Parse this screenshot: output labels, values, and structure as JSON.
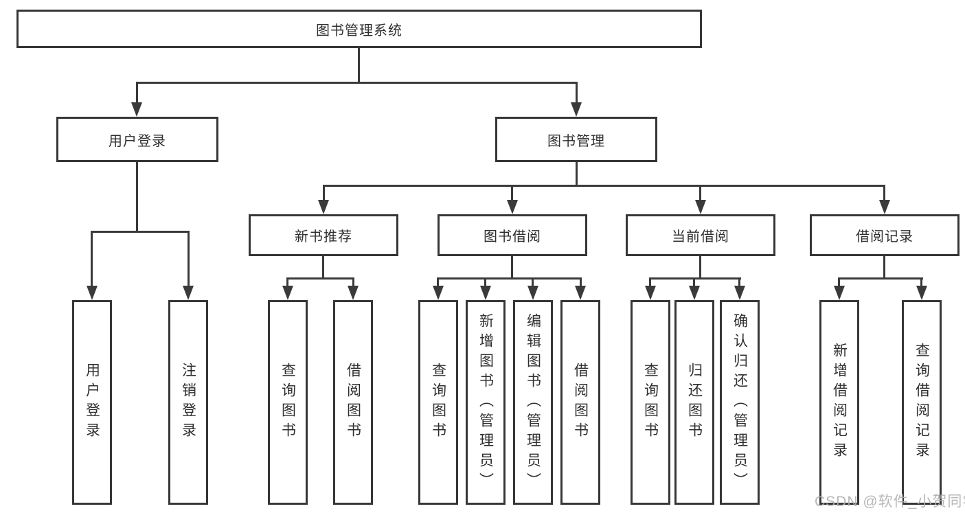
{
  "diagram": {
    "root": {
      "label": "图书管理系统"
    },
    "level1": [
      {
        "label": "用户登录"
      },
      {
        "label": "图书管理"
      }
    ],
    "level2": [
      {
        "label": "新书推荐"
      },
      {
        "label": "图书借阅"
      },
      {
        "label": "当前借阅"
      },
      {
        "label": "借阅记录"
      }
    ],
    "leaves": [
      {
        "group": "用户登录",
        "label": "用户登录"
      },
      {
        "group": "用户登录",
        "label": "注销登录"
      },
      {
        "group": "新书推荐",
        "label": "查询图书"
      },
      {
        "group": "新书推荐",
        "label": "借阅图书"
      },
      {
        "group": "图书借阅",
        "label": "查询图书"
      },
      {
        "group": "图书借阅",
        "label": "新增图书（管理员）"
      },
      {
        "group": "图书借阅",
        "label": "编辑图书（管理员）"
      },
      {
        "group": "图书借阅",
        "label": "借阅图书"
      },
      {
        "group": "当前借阅",
        "label": "查询图书"
      },
      {
        "group": "当前借阅",
        "label": "归还图书"
      },
      {
        "group": "当前借阅",
        "label": "确认归还（管理员）"
      },
      {
        "group": "借阅记录",
        "label": "新增借阅记录"
      },
      {
        "group": "借阅记录",
        "label": "查询借阅记录"
      }
    ],
    "watermark": {
      "text": "CSDN @软件_小贺同学"
    }
  },
  "colors": {
    "line": "#3a3a3a",
    "box_border": "#363636",
    "box_fill": "#ffffff",
    "text": "#2f2f2f",
    "watermark": "#b0b0b0"
  }
}
